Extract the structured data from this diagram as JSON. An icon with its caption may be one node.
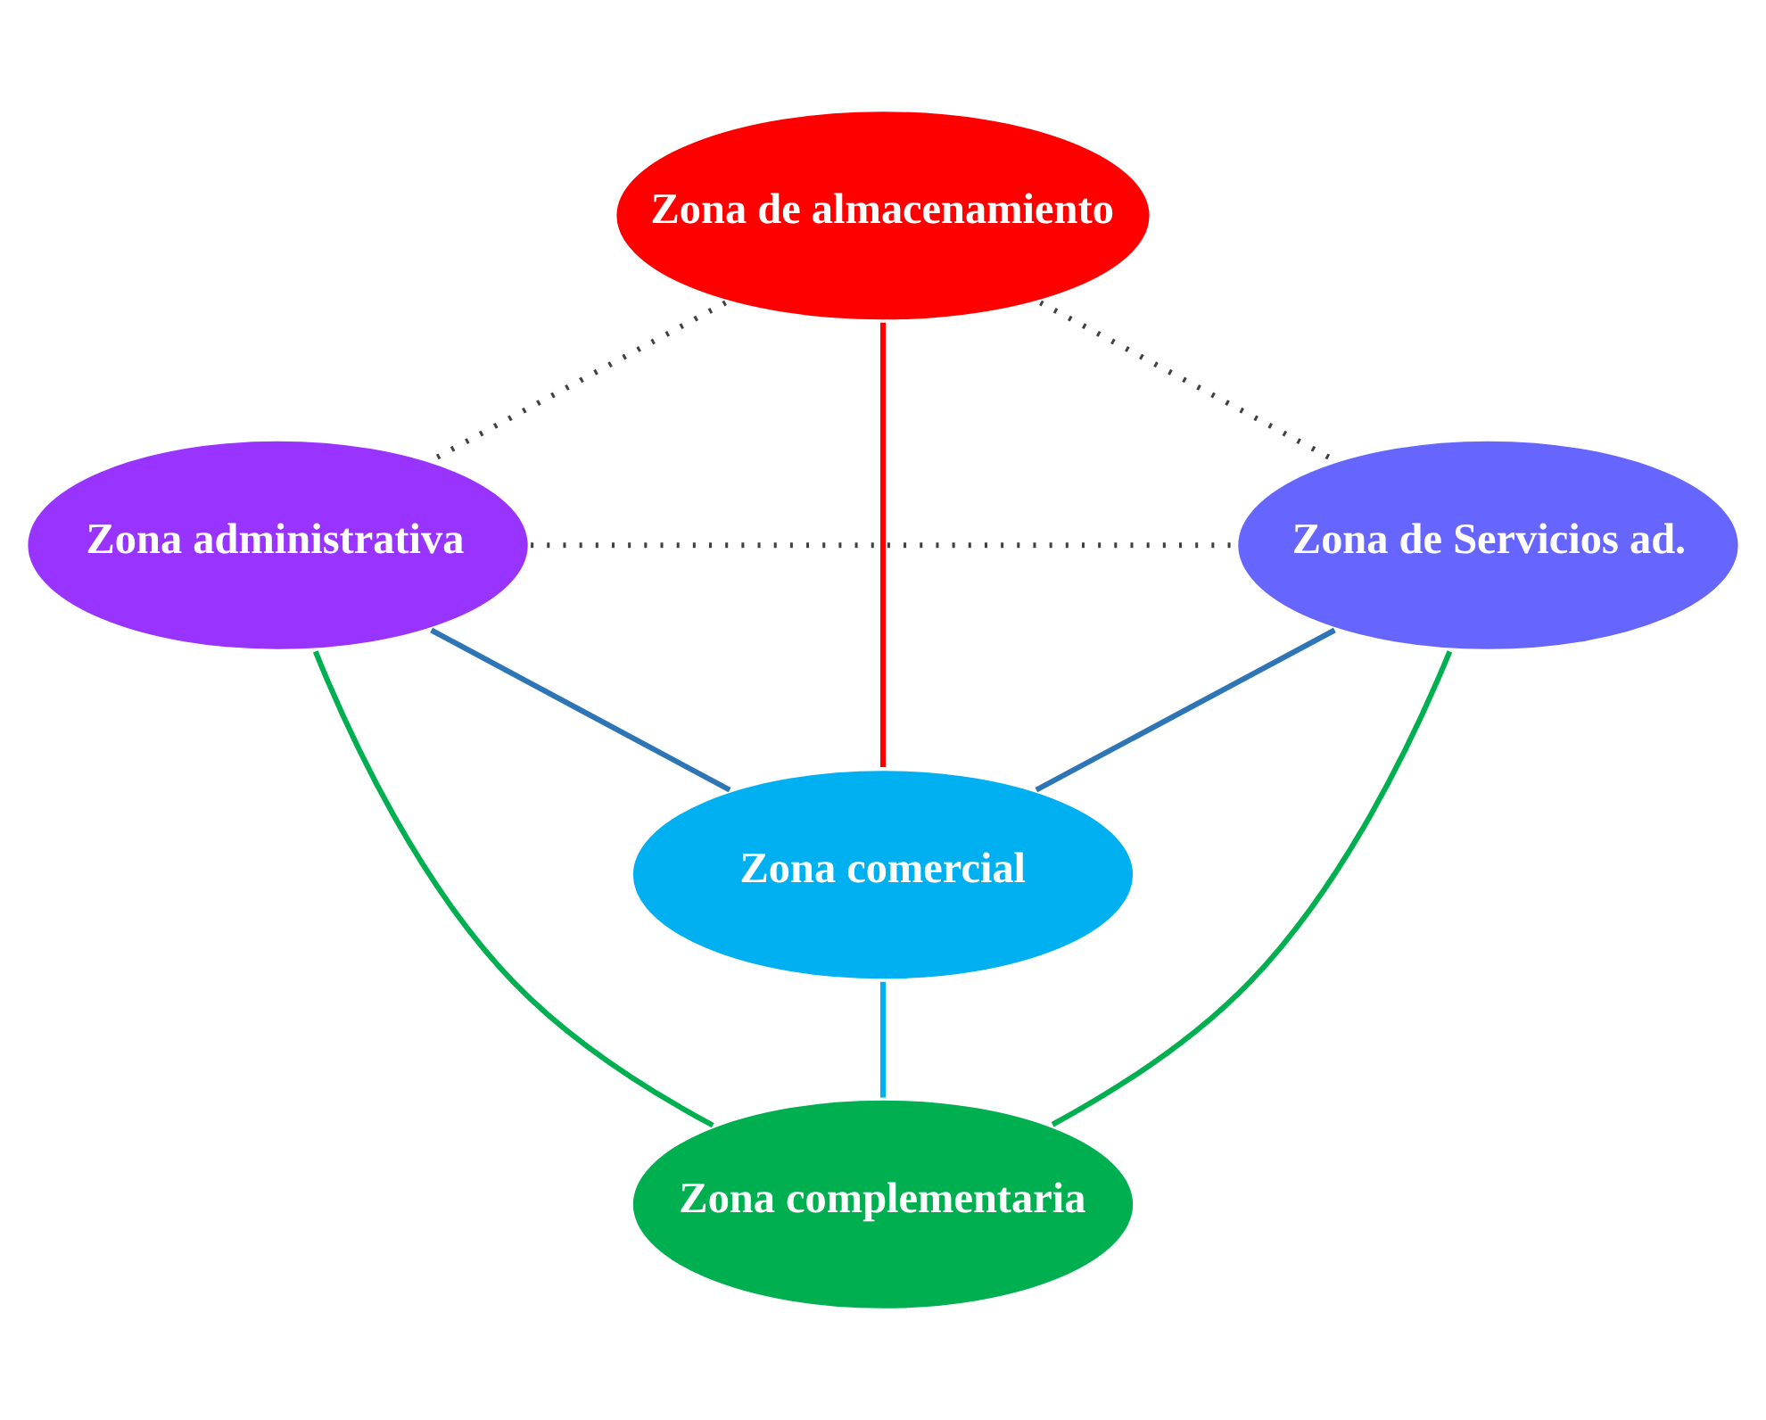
{
  "diagram": {
    "nodes": [
      {
        "text": [
          "Zona de almacenamiento"
        ]
      },
      {
        "text": [
          "Zona administrativa"
        ]
      },
      {
        "text": [
          "Zona de Servicios ad."
        ]
      },
      {
        "text": [
          "Zona comercial"
        ]
      },
      {
        "text": [
          "Zona complementaria"
        ]
      }
    ],
    "edges": [
      {
        "from": 0,
        "to": 1,
        "arrow": "none",
        "style": "dashed",
        "color": "#404040"
      },
      {
        "from": 0,
        "to": 2,
        "arrow": "none",
        "style": "dashed",
        "color": "#404040"
      },
      {
        "from": 1,
        "to": 2,
        "arrow": "none",
        "style": "dashed",
        "color": "#404040"
      },
      {
        "from": 0,
        "to": 3,
        "arrow": "none",
        "color": "#ff0000"
      },
      {
        "from": 1,
        "to": 3,
        "arrow": "none",
        "color": "#2e75b6"
      },
      {
        "from": 2,
        "to": 3,
        "arrow": "none",
        "color": "#2e75b6"
      },
      {
        "from": 3,
        "to": 4,
        "arrow": "none",
        "color": "#00b0f0"
      },
      {
        "from": 1,
        "to": 4,
        "arrow": "none",
        "color": "#00b050"
      },
      {
        "from": 2,
        "to": 4,
        "arrow": "none",
        "color": "#00b050"
      }
    ]
  }
}
